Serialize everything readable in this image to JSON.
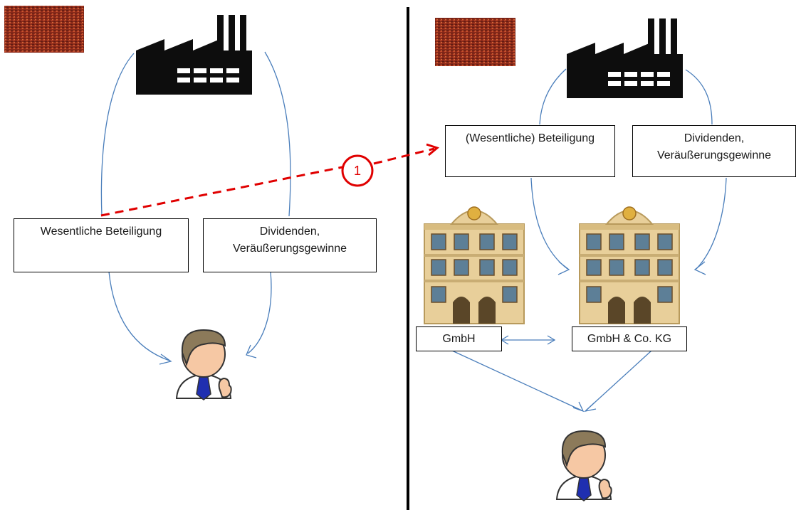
{
  "left": {
    "box_participation": "Wesentliche Beteiligung",
    "box_income": [
      "Dividenden,",
      "Veräußerungsgewinne"
    ]
  },
  "right": {
    "box_participation": "(Wesentliche) Beteiligung",
    "box_income": [
      "Dividenden,",
      "Veräußerungsgewinne"
    ],
    "entity_gmbh": "GmbH",
    "entity_kg": "GmbH & Co. KG"
  },
  "step_marker": "1",
  "colors": {
    "flow_arrow": "#4a7ebb",
    "dashed_arrow": "#e00000",
    "divider": "#000000",
    "flag": "#8b2a1a",
    "factory": "#0d0d0d",
    "building": "#e8cf9a",
    "person_face": "#f6c8a4",
    "person_hair": "#8c7a5a",
    "tie": "#1f2fb0"
  },
  "icons": [
    "flag-icon",
    "factory-icon",
    "bank-building-icon",
    "person-icon"
  ]
}
